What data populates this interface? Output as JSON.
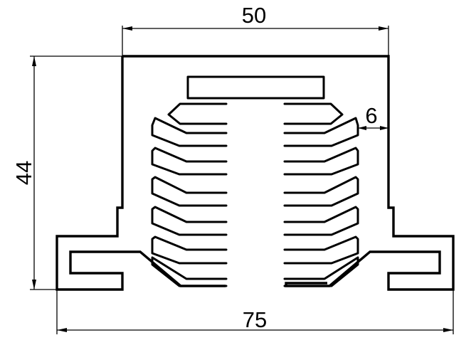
{
  "drawing": {
    "dimensions": {
      "top_width": "50",
      "fin_gap": "6",
      "height": "44",
      "bottom_width": "75"
    }
  }
}
